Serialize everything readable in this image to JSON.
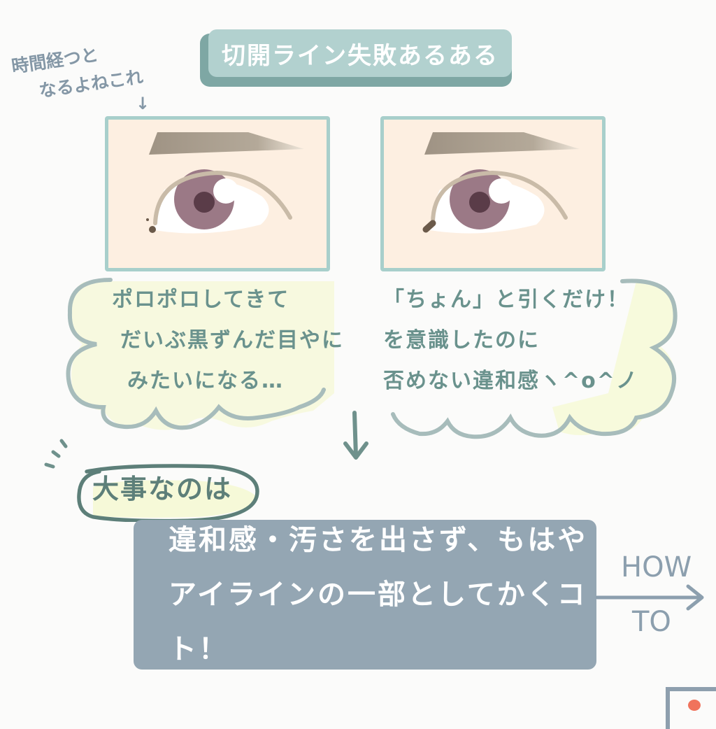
{
  "title": {
    "text": "切開ライン失敗あるある",
    "bg_color": "#b2d1cf",
    "shadow_color": "#7ea7a4"
  },
  "side_note": {
    "line1": "時間経つと",
    "line2": "なるよねこれ",
    "arrow": "↓"
  },
  "panels": [
    {
      "id": "left",
      "description": "eye with smudged dots at inner corner",
      "cloud_lines": [
        "ポロポロしてきて",
        "だいぶ黒ずんだ目やに",
        "みたいになる…"
      ]
    },
    {
      "id": "right",
      "description": "eye with short dark tick at inner corner",
      "cloud_lines": [
        "「ちょん」と引くだけ！",
        "を意識したのに",
        "否めない違和感ヽ^o^ノ"
      ]
    }
  ],
  "colors": {
    "skin": "#fdefe1",
    "panel_border": "#a8cfcb",
    "brow": "#a49888",
    "eyeline": "#c9bba8",
    "iris": "#9b7986",
    "pupil": "#5a3c48",
    "cloud_fill": "#f6f9d8",
    "cloud_outline": "#a7bcbb",
    "text_teal": "#6a928d",
    "message_bg": "#94a6b3",
    "accent_dot": "#f0735c"
  },
  "important": {
    "label": "大事なのは"
  },
  "message": {
    "line1": "違和感・汚さを出さず、もはや",
    "line2": "アイラインの一部としてかくコト！"
  },
  "howto": {
    "top": "HOW",
    "bottom": "TO"
  }
}
